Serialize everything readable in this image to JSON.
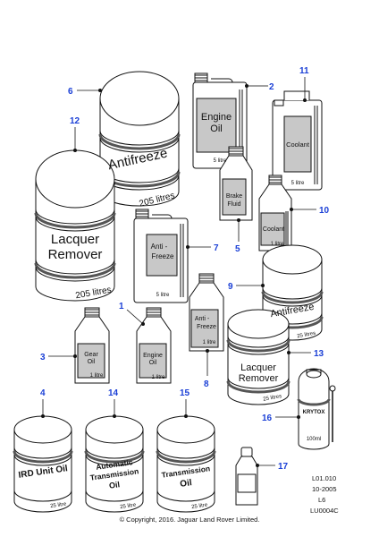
{
  "containers": {
    "antifreeze_drum": {
      "label": "Antifreeze",
      "volume": "205 litres"
    },
    "lacquer_drum": {
      "label_line1": "Lacquer",
      "label_line2": "Remover",
      "volume": "205 litres"
    },
    "engine_oil_can": {
      "label_line1": "Engine",
      "label_line2": "Oil",
      "volume": "5 litre"
    },
    "coolant_can": {
      "label": "Coolant",
      "volume": "5 litre"
    },
    "brake_fluid": {
      "label_line1": "Brake",
      "label_line2": "Fluid"
    },
    "coolant_bottle": {
      "label": "Coolant",
      "volume": "1 litre"
    },
    "antifreeze_can": {
      "label_line1": "Anti -",
      "label_line2": "Freeze",
      "volume": "5 litre"
    },
    "antifreeze_bottle": {
      "label_line1": "Anti -",
      "label_line2": "Freeze",
      "volume": "1 litre"
    },
    "antifreeze_tub": {
      "label": "Antifreeze",
      "volume": "25 litres"
    },
    "gear_oil_bottle": {
      "label_line1": "Gear",
      "label_line2": "Oil",
      "volume": "1 litre"
    },
    "engine_oil_bottle": {
      "label_line1": "Engine",
      "label_line2": "Oil",
      "volume": "1 litre"
    },
    "lacquer_tub": {
      "label_line1": "Lacquer",
      "label_line2": "Remover",
      "volume": "25 litres"
    },
    "krytox_aerosol": {
      "label": "KRYTOX",
      "volume": "100ml"
    },
    "ird_tub": {
      "label": "IRD Unit Oil",
      "volume": "25 litre"
    },
    "ato_tub": {
      "label_line1": "Automatic",
      "label_line2": "Transmission",
      "label_line3": "Oil",
      "volume": "25 litre"
    },
    "tran_tub": {
      "label_line1": "Transmission",
      "label_line2": "Oil",
      "volume": "25 litre"
    }
  },
  "callouts": {
    "c1": "1",
    "c2": "2",
    "c3": "3",
    "c4": "4",
    "c5": "5",
    "c6": "6",
    "c7": "7",
    "c8": "8",
    "c9": "9",
    "c10": "10",
    "c11": "11",
    "c12": "12",
    "c13": "13",
    "c14": "14",
    "c15": "15",
    "c16": "16",
    "c17": "17"
  },
  "reference": {
    "line1": "L01.010",
    "line2": "10-2005",
    "line3": "L6",
    "line4": "LU0004C"
  },
  "copyright": "© Copyright, 2016. Jaguar Land Rover Limited.",
  "colors": {
    "callout": "#1a3fd6",
    "label_panel": "#c8c8c8",
    "outline": "#111111"
  }
}
